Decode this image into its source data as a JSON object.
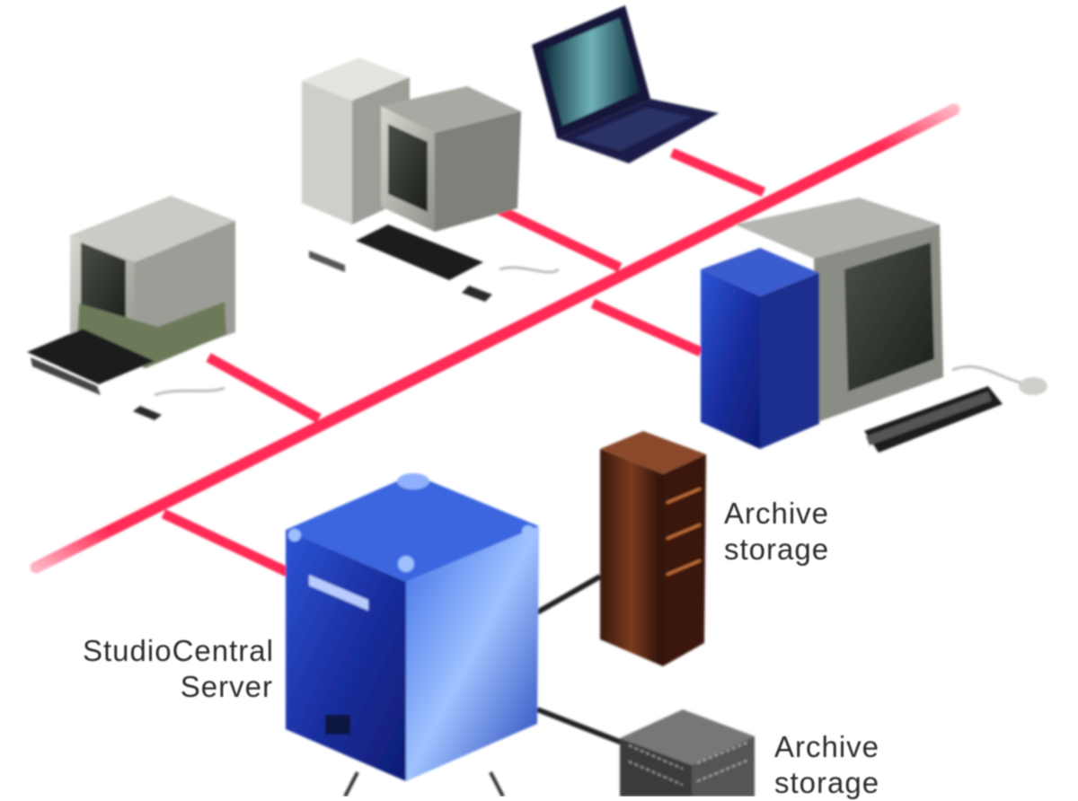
{
  "labels": {
    "archive_storage_1": {
      "line1": "Archive",
      "line2": "storage"
    },
    "archive_storage_2": {
      "line1": "Archive",
      "line2": "storage"
    },
    "server": {
      "line1": "StudioCentral",
      "line2": "Server"
    }
  },
  "icons": [
    "desktop-computer-icon",
    "tower-workstation-icon",
    "laptop-icon",
    "blue-workstation-icon",
    "server-cube-icon",
    "archive-rack-icon",
    "archive-tape-library-icon"
  ],
  "colors": {
    "network_bus": "#ff2a55",
    "server_blue": "#1f3fb8",
    "rack_brown": "#5a2a18",
    "link_dark": "#222222"
  }
}
